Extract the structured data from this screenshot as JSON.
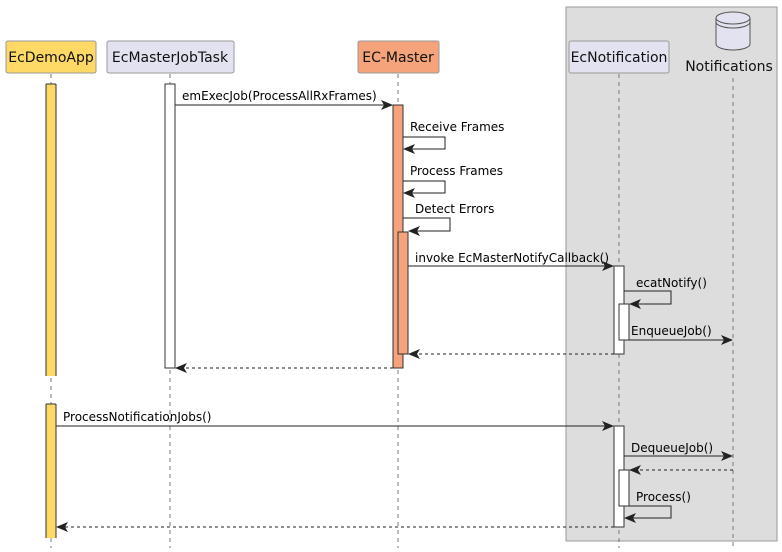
{
  "participants": {
    "ecdemoapp": {
      "label": "EcDemoApp",
      "color": "#ffd966"
    },
    "ecmasterjobtask": {
      "label": "EcMasterJobTask",
      "color": "#e2e2f0"
    },
    "ecmaster": {
      "label": "EC-Master",
      "color": "#f4a37a"
    },
    "ecnotification": {
      "label": "EcNotification",
      "color": "#e2e2f0"
    },
    "notifications": {
      "label": "Notifications",
      "color": "#e2e2f0"
    }
  },
  "group_box_color": "#dddddd",
  "messages": {
    "m1": "emExecJob(ProcessAllRxFrames)",
    "m2": "Receive Frames",
    "m3": "Process Frames",
    "m4": "Detect Errors",
    "m5": "invoke EcMasterNotifyCallback()",
    "m6": "ecatNotify()",
    "m7": "EnqueueJob()",
    "m8": "ProcessNotificationJobs()",
    "m9": "DequeueJob()",
    "m10": "Process()"
  }
}
